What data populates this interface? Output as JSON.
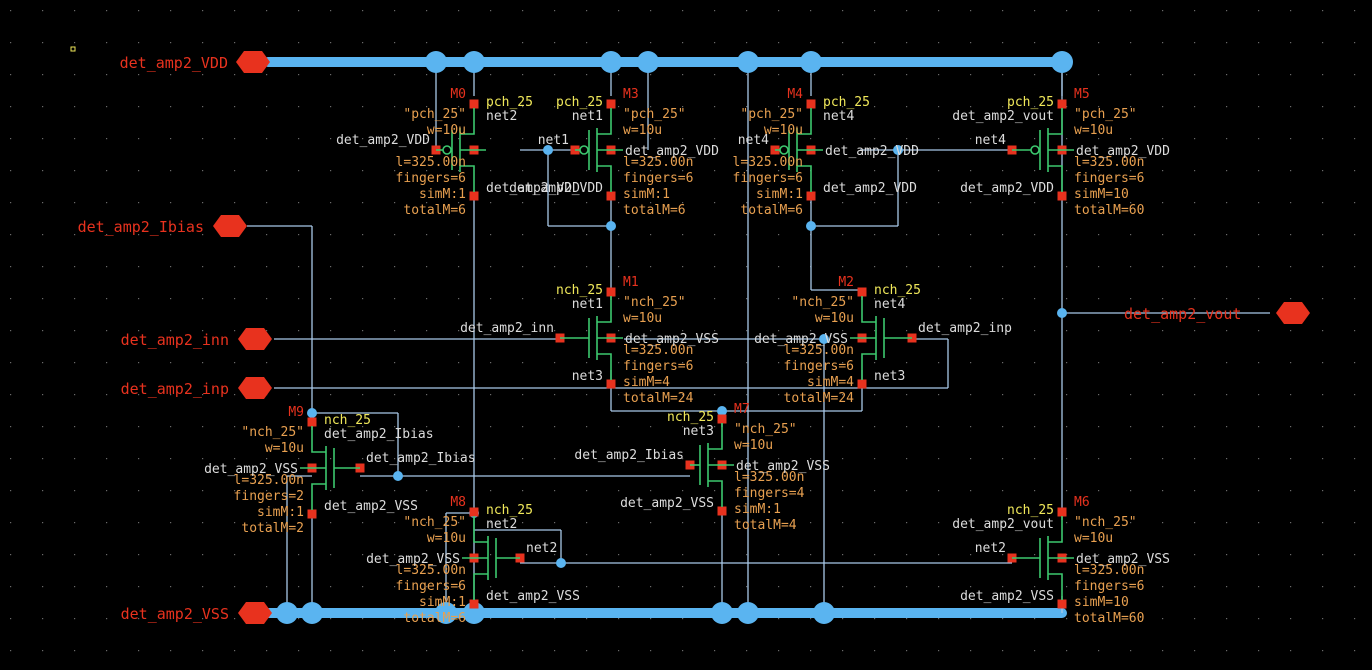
{
  "pins": {
    "vdd": "det_amp2_VDD",
    "ibias": "det_amp2_Ibias",
    "inn": "det_amp2_inn",
    "inp": "det_amp2_inp",
    "vss": "det_amp2_VSS",
    "vout": "det_amp2_vout"
  },
  "colors": {
    "background": "#000000",
    "rail": "#5ab4f0",
    "wire": "#a8c8e8",
    "device": "#3cc86e",
    "pin": "#e8321e",
    "label_yellow": "#f0e85a",
    "label_orange": "#e8a050"
  },
  "devices": {
    "M0": {
      "inst": "M0",
      "model": "pch_25",
      "cell": "\"pch_25\"",
      "w": "w=10u",
      "l": "l=325.00n",
      "fingers": "fingers=6",
      "simM": "simM:1",
      "totalM": "totalM=6",
      "g": "det_amp2_VDD",
      "s": "det_amp2_VDD",
      "d": "net2",
      "gnet": "net1"
    },
    "M3": {
      "inst": "M3",
      "model": "pch_25",
      "cell": "\"pch_25\"",
      "w": "w=10u",
      "l": "l=325.00n",
      "fingers": "fingers=6",
      "simM": "simM:1",
      "totalM": "totalM=6",
      "s": "det_amp2_VDD",
      "b": "det_amp2_VDD",
      "d": "net1",
      "gnet": "net1"
    },
    "M4": {
      "inst": "M4",
      "model": "pch_25",
      "cell": "\"pch_25\"",
      "w": "w=10u",
      "l": "l=325.00n",
      "fingers": "fingers=6",
      "simM": "simM:1",
      "totalM": "totalM=6",
      "s": "det_amp2_VDD",
      "b": "det_amp2_VDD",
      "d": "net4",
      "gnet": "net4"
    },
    "M5": {
      "inst": "M5",
      "model": "pch_25",
      "cell": "\"pch_25\"",
      "w": "w=10u",
      "l": "l=325.00n",
      "fingers": "fingers=6",
      "simM": "simM=10",
      "totalM": "totalM=60",
      "s": "det_amp2_VDD",
      "b": "det_amp2_VDD",
      "d": "det_amp2_vout",
      "gnet": "net4"
    },
    "M1": {
      "inst": "M1",
      "model": "nch_25",
      "cell": "\"nch_25\"",
      "w": "w=10u",
      "l": "l=325.00n",
      "fingers": "fingers=6",
      "simM": "simM=4",
      "totalM": "totalM=24",
      "g": "det_amp2_inn",
      "b": "det_amp2_VSS",
      "d": "net1",
      "s": "net3"
    },
    "M2": {
      "inst": "M2",
      "model": "nch_25",
      "cell": "\"nch_25\"",
      "w": "w=10u",
      "l": "l=325.00n",
      "fingers": "fingers=6",
      "simM": "simM=4",
      "totalM": "totalM=24",
      "g": "det_amp2_inp",
      "b": "det_amp2_VSS",
      "d": "net4",
      "s": "net3"
    },
    "M9": {
      "inst": "M9",
      "model": "nch_25",
      "cell": "\"nch_25\"",
      "w": "w=10u",
      "l": "l=325.00n",
      "fingers": "fingers=2",
      "simM": "simM:1",
      "totalM": "totalM=2",
      "g": "det_amp2_Ibias",
      "b": "det_amp2_VSS",
      "d": "det_amp2_Ibias",
      "s": "det_amp2_VSS"
    },
    "M7": {
      "inst": "M7",
      "model": "nch_25",
      "cell": "\"nch_25\"",
      "w": "w=10u",
      "l": "l=325.00n",
      "fingers": "fingers=4",
      "simM": "simM:1",
      "totalM": "totalM=4",
      "g": "det_amp2_Ibias",
      "b": "det_amp2_VSS",
      "d": "net3",
      "s": "det_amp2_VSS"
    },
    "M8": {
      "inst": "M8",
      "model": "nch_25",
      "cell": "\"nch_25\"",
      "w": "w=10u",
      "l": "l=325.00n",
      "fingers": "fingers=6",
      "simM": "simM:1",
      "totalM": "totalM=6",
      "g": "net2",
      "b": "det_amp2_VSS",
      "d": "net2",
      "s": "det_amp2_VSS"
    },
    "M6": {
      "inst": "M6",
      "model": "nch_25",
      "cell": "\"nch_25\"",
      "w": "w=10u",
      "l": "l=325.00n",
      "fingers": "fingers=6",
      "simM": "simM=10",
      "totalM": "totalM=60",
      "g": "net2",
      "b": "det_amp2_VSS",
      "d": "det_amp2_vout",
      "s": "det_amp2_VSS"
    }
  }
}
